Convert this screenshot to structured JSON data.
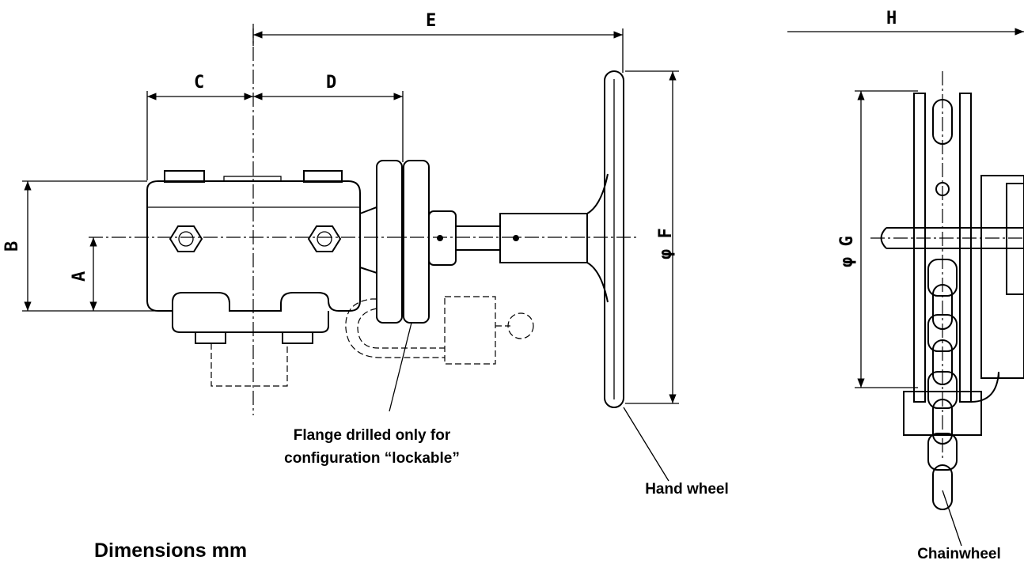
{
  "dimension_labels": {
    "A": "A",
    "B": "B",
    "C": "C",
    "D": "D",
    "E": "E",
    "F": "φ F",
    "G": "φ G",
    "H": "H"
  },
  "callouts": {
    "flange_line1": "Flange drilled only for",
    "flange_line2": "configuration “lockable”",
    "hand_wheel": "Hand wheel",
    "chainwheel": "Chainwheel"
  },
  "heading": "Dimensions mm",
  "colors": {
    "ink": "#000000",
    "paper": "#ffffff"
  }
}
